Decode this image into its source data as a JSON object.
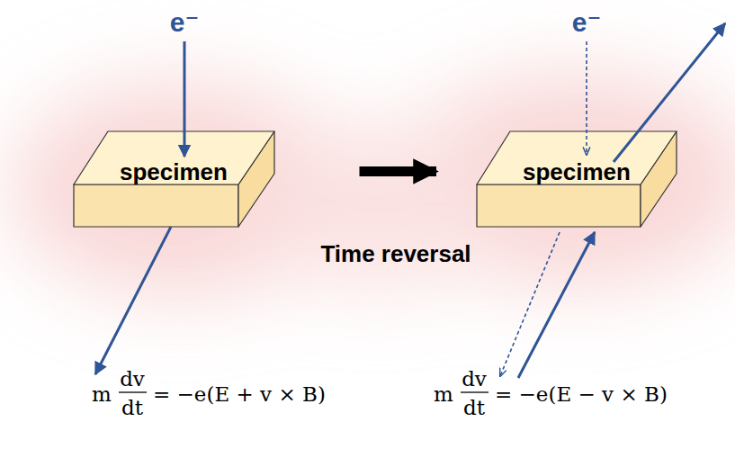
{
  "diagram": {
    "nodes": [
      {
        "text": [
          "specimen"
        ]
      },
      {
        "text": [
          "specimen"
        ]
      }
    ],
    "edges": [
      {
        "from": 0,
        "to": 1,
        "arrow": "to"
      }
    ],
    "labels": [
      "e⁻",
      "e⁻",
      "Time reversal",
      "m",
      "dv",
      "dt",
      "= −e(E + v × B)",
      "m",
      "dv",
      "dt",
      "= −e(E − v × B)"
    ]
  }
}
